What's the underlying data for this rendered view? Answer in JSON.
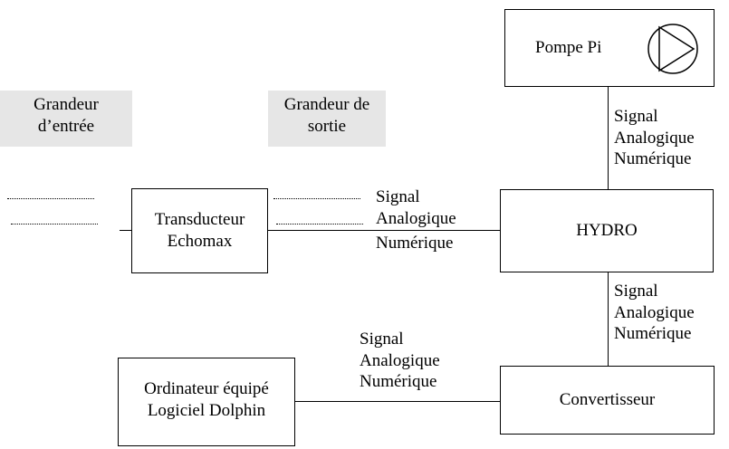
{
  "input_quantity": {
    "line1": "Grandeur",
    "line2": "d’entrée"
  },
  "output_quantity": {
    "line1": "Grandeur de",
    "line2": "sortie"
  },
  "boxes": {
    "pump": "Pompe Pi",
    "transducer": {
      "line1": "Transducteur",
      "line2": "Echomax"
    },
    "hydro": "HYDRO",
    "converter": "Convertisseur",
    "computer": {
      "line1": "Ordinateur équipé",
      "line2": "Logiciel Dolphin"
    }
  },
  "signal_labels": {
    "pump_hydro": {
      "line1": "Signal",
      "line2": "Analogique",
      "line3": "Numérique"
    },
    "transducer_hydro": {
      "line1": "Signal",
      "line2": "Analogique",
      "line3": "Numérique"
    },
    "hydro_converter": {
      "line1": "Signal",
      "line2": "Analogique",
      "line3": "Numérique"
    },
    "converter_computer": {
      "line1": "Signal",
      "line2": "Analogique",
      "line3": "Numérique"
    }
  },
  "icons": {
    "pump_symbol": "pump-triangle-in-circle"
  }
}
